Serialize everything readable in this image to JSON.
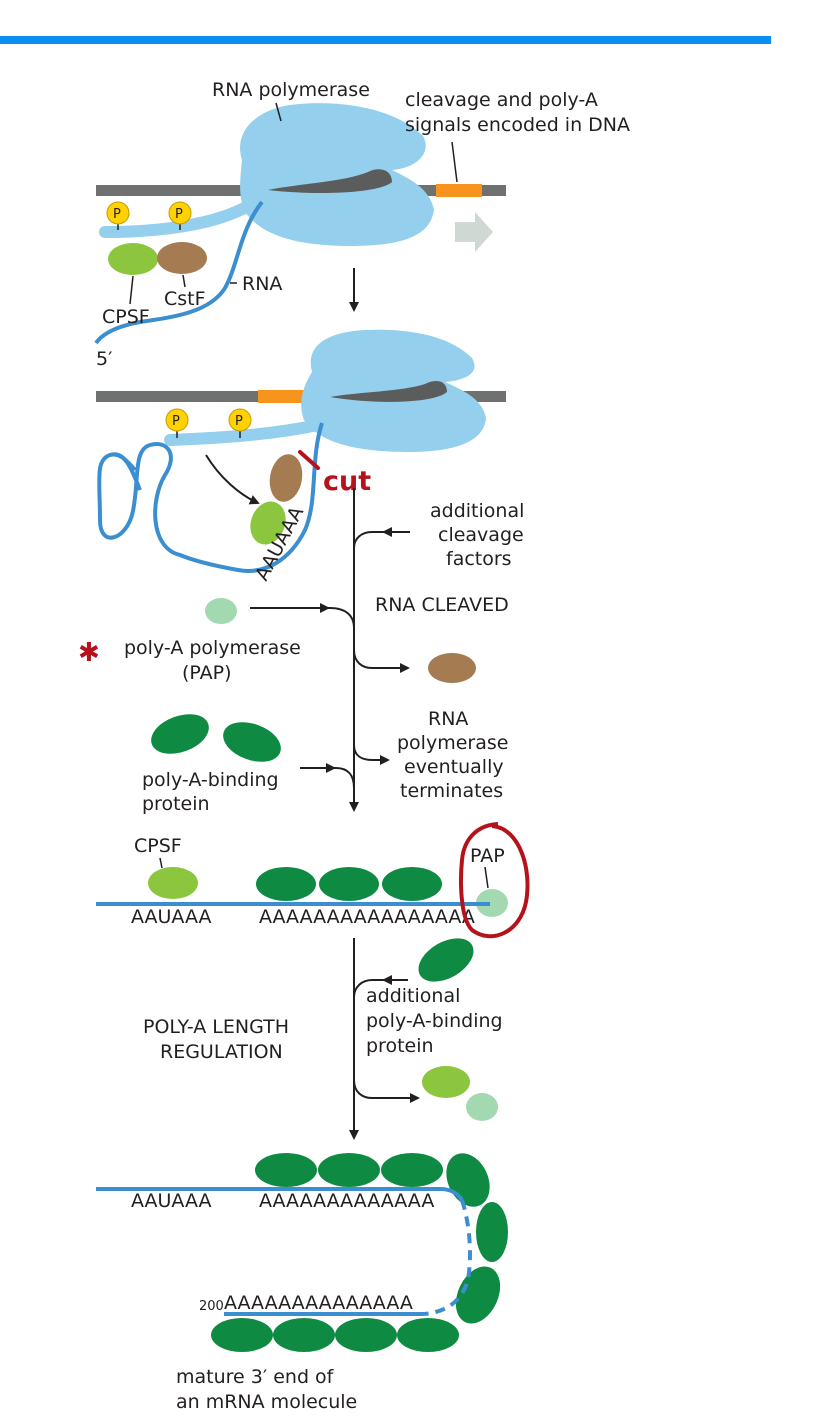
{
  "colors": {
    "top_bar": "#0a8ef0",
    "dna": "#6e7170",
    "signal": "#f7941d",
    "polymerase": "#94cfee",
    "rna": "#3b8fd0",
    "phosphate": "#ffd200",
    "cpsf": "#8cc63f",
    "cstf": "#a57c52",
    "pap": "#a3d9b1",
    "pabp": "#0f8a43",
    "annotation": "#b5121b"
  },
  "labels": {
    "rna_polymerase": "RNA polymerase",
    "signals_line1": "cleavage and poly-A",
    "signals_line2": "signals encoded in DNA",
    "phosphate": "P",
    "rna": "RNA",
    "cstf": "CstF",
    "cpsf": "CPSF",
    "five_prime": "5′",
    "cut": "cut",
    "aauaaa": "AAUAAA",
    "add_cleavage_1": "additional",
    "add_cleavage_2": "cleavage",
    "add_cleavage_3": "factors",
    "rna_cleaved": "RNA CLEAVED",
    "pap_line1": "poly-A polymerase",
    "pap_line2": "(PAP)",
    "rnapol_line1": "RNA",
    "rnapol_line2": "polymerase",
    "rnapol_line3": "eventually",
    "rnapol_line4": "terminates",
    "pabp_line1": "poly-A-binding",
    "pabp_line2": "protein",
    "cpsf_label": "CPSF",
    "pap_short": "PAP",
    "polya_tail_1": "AAAAAAAAAAAAAAAA",
    "add_pabp_1": "additional",
    "add_pabp_2": "poly-A-binding",
    "add_pabp_3": "protein",
    "length_reg_1": "POLY-A LENGTH",
    "length_reg_2": "REGULATION",
    "polya_tail_2": "AAAAAAAAAAAAA",
    "count_200": "200",
    "polya_tail_3": "AAAAAAAAAAAAAA",
    "mature_1": "mature 3′ end of",
    "mature_2": "an mRNA molecule"
  }
}
